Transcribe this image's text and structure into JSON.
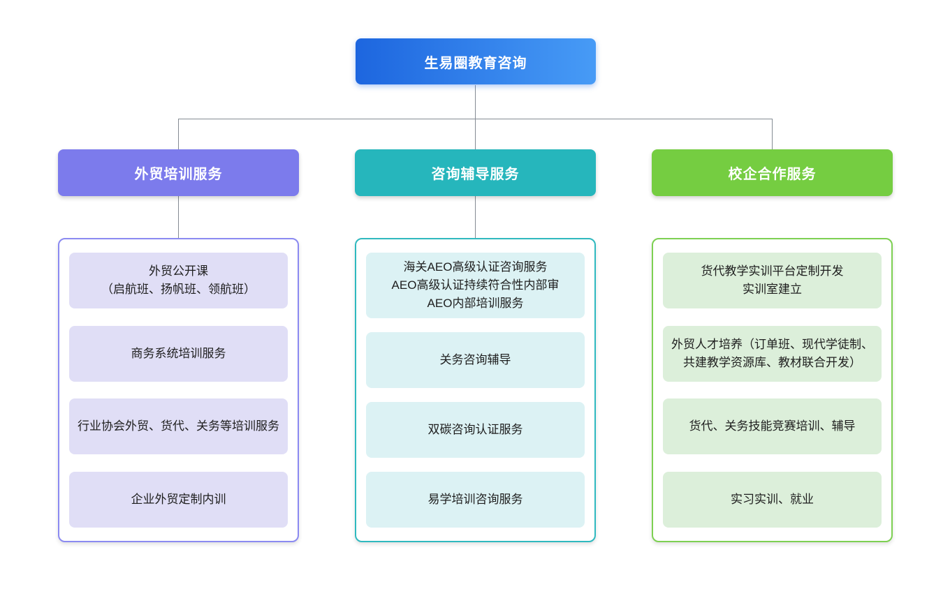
{
  "diagram": {
    "root": {
      "label": "生易圈教育咨询"
    },
    "branches": [
      {
        "label": "外贸培训服务",
        "items": [
          "外贸公开课\n（启航班、扬帆班、领航班）",
          "商务系统培训服务",
          "行业协会外贸、货代、关务等培训服务",
          "企业外贸定制内训"
        ],
        "colors": {
          "header": "#7C7BEC",
          "border": "#8B8AF1",
          "item_bg": "#E0DEF6"
        },
        "header_to_panel_connector": true
      },
      {
        "label": "咨询辅导服务",
        "items": [
          "海关AEO高级认证咨询服务\nAEO高级认证持续符合性内部审\nAEO内部培训服务",
          "关务咨询辅导",
          "双碳咨询认证服务",
          "易学培训咨询服务"
        ],
        "colors": {
          "header": "#26B6BC",
          "border": "#2FB9BF",
          "item_bg": "#DCF2F4"
        },
        "header_to_panel_connector": true
      },
      {
        "label": "校企合作服务",
        "items": [
          "货代教学实训平台定制开发\n实训室建立",
          "外贸人才培养（订单班、现代学徒制、共建教学资源库、教材联合开发）",
          "货代、关务技能竞赛培训、辅导",
          "实习实训、就业"
        ],
        "colors": {
          "header": "#75CD41",
          "border": "#7DD052",
          "item_bg": "#DCEFDA"
        },
        "header_to_panel_connector": false
      }
    ],
    "colors": {
      "root_gradient_from": "#1D66DF",
      "root_gradient_to": "#479BF6",
      "connector": "#848B93",
      "item_text": "#1E1E1E",
      "background": "#FFFFFF"
    }
  }
}
